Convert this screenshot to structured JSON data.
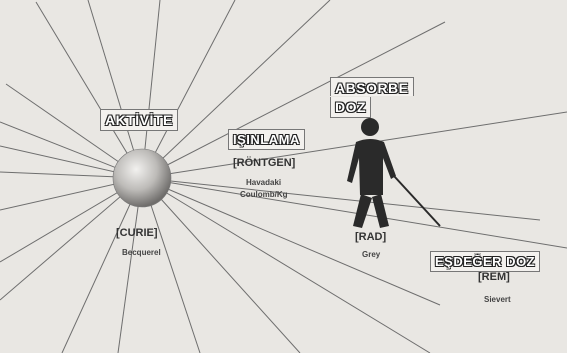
{
  "labels": {
    "aktivite": "AKTİVİTE",
    "curie": "[CURIE]",
    "becquerel": "Becquerel",
    "isinlama": "IŞINLAMA",
    "rontgen": "[RÖNTGEN]",
    "havadaki": "Havadaki",
    "coulomb": "Coulomb/Kg",
    "absorbe": "ABSORBE",
    "doz": "DOZ",
    "rad": "[RAD]",
    "grey": "Grey",
    "esdeger": "EŞDEĞER DOZ",
    "rem": "[REM]",
    "sievert": "Sievert"
  },
  "colors": {
    "background": "#e9e7e3",
    "sphere": "#b5b3b0",
    "figure": "#2a2a2a",
    "rays": "#6e6e6e"
  },
  "icons": {
    "source": "radioactive-sphere-icon",
    "person": "walking-person-with-cane-icon"
  }
}
